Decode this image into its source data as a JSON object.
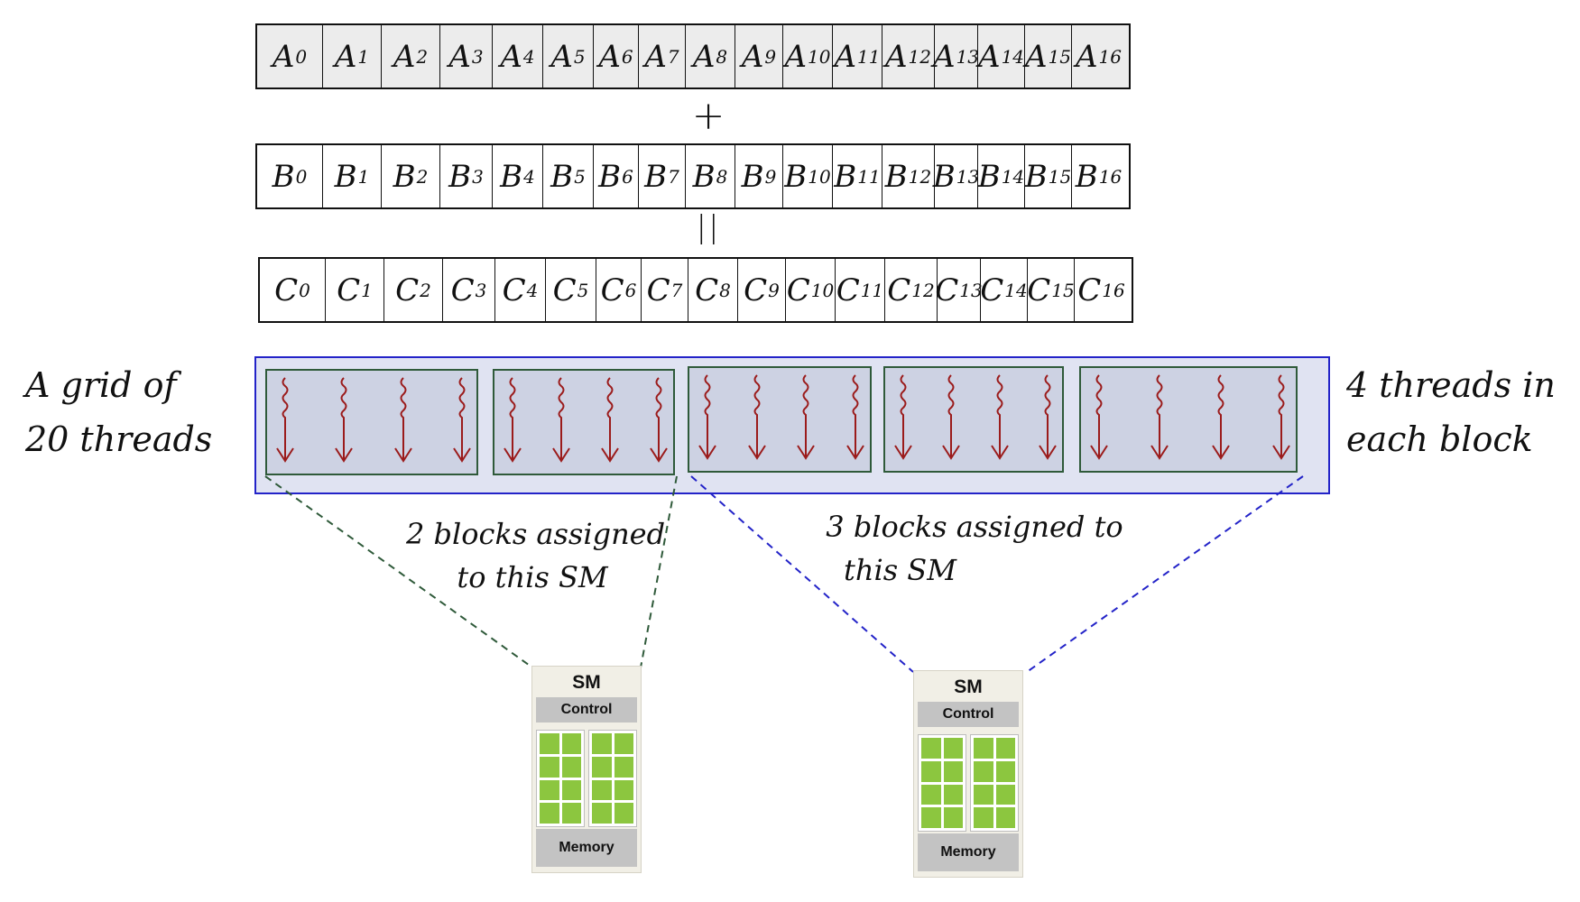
{
  "arrays": {
    "a": {
      "letter": "A",
      "cells": [
        "0",
        "1",
        "2",
        "3",
        "4",
        "5",
        "6",
        "7",
        "8",
        "9",
        "10",
        "11",
        "12",
        "13",
        "14",
        "15",
        "16"
      ]
    },
    "b": {
      "letter": "B",
      "cells": [
        "0",
        "1",
        "2",
        "3",
        "4",
        "5",
        "6",
        "7",
        "8",
        "9",
        "10",
        "11",
        "12",
        "13",
        "14",
        "15",
        "16"
      ]
    },
    "c": {
      "letter": "C",
      "cells": [
        "0",
        "1",
        "2",
        "3",
        "4",
        "5",
        "6",
        "7",
        "8",
        "9",
        "10",
        "11",
        "12",
        "13",
        "14",
        "15",
        "16"
      ]
    }
  },
  "operators": {
    "plus": "+",
    "equals": "||"
  },
  "grid": {
    "label_line1": "A grid of",
    "label_line2": "20 threads",
    "blocks": 5,
    "threads_per_block": 4,
    "right_label_line1": "4 threads in",
    "right_label_line2": "each block",
    "colors": {
      "border": "#2323c8",
      "block_border": "#2f5a3a",
      "thread": "#9b1b1b"
    }
  },
  "assignments": {
    "left": {
      "line1": "2 blocks assigned",
      "line2": "to this SM",
      "color": "#2f5a3a"
    },
    "right": {
      "line1": "3 blocks assigned to",
      "line2": "this SM",
      "color": "#2323c8"
    }
  },
  "sm_units": [
    {
      "title": "SM",
      "control": "Control",
      "memory": "Memory"
    },
    {
      "title": "SM",
      "control": "Control",
      "memory": "Memory"
    }
  ],
  "colors": {
    "core": "#8cc63f",
    "array_fill": "#ececec"
  }
}
